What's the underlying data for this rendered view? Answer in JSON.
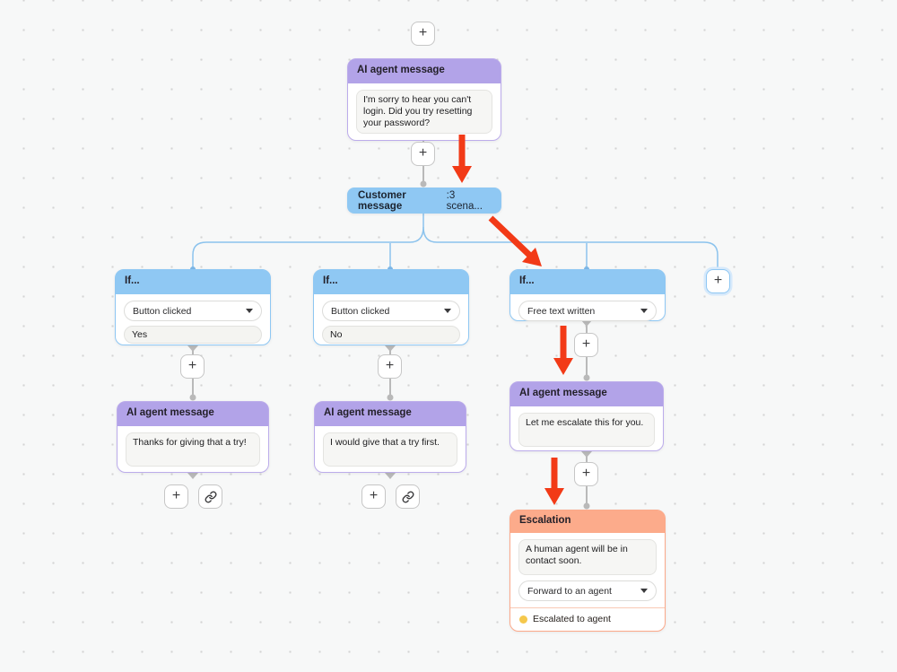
{
  "icons": {
    "plus": "+"
  },
  "colors": {
    "purple_header": "#b2a3e8",
    "blue_header": "#8fc8f3",
    "orange_header": "#fcab8b",
    "red_arrow": "#f23a17",
    "status_dot": "#f5c84c"
  },
  "nodes": {
    "ai_top": {
      "title": "AI agent message",
      "message": "I'm sorry to hear you can't login. Did you try resetting your password?"
    },
    "customer": {
      "label": "Customer message",
      "suffix": ":3 scena..."
    },
    "if_yes": {
      "title": "If...",
      "condition": "Button clicked",
      "value": "Yes"
    },
    "if_no": {
      "title": "If...",
      "condition": "Button clicked",
      "value": "No"
    },
    "if_free": {
      "title": "If...",
      "condition": "Free text written"
    },
    "ai_left": {
      "title": "AI agent message",
      "message": "Thanks for giving that a try!"
    },
    "ai_mid": {
      "title": "AI agent message",
      "message": "I would give that a try first."
    },
    "ai_right": {
      "title": "AI agent message",
      "message": "Let me escalate this for you."
    },
    "escalation": {
      "title": "Escalation",
      "message": "A human agent will be in contact soon.",
      "action": "Forward to an agent",
      "status": "Escalated to agent"
    }
  }
}
